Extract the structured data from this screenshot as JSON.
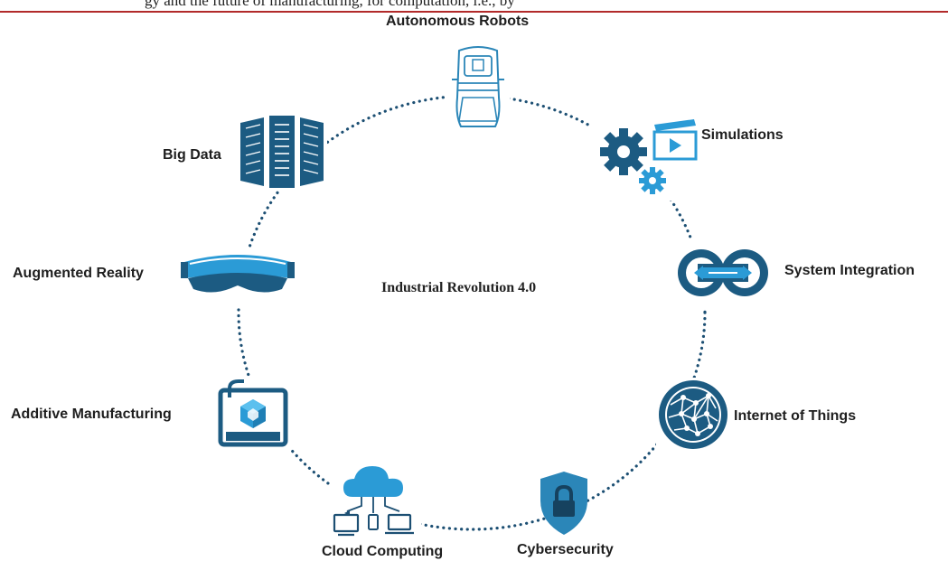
{
  "header": {
    "running_text": "gy and the future of manufacturing, for computation, i.e., by"
  },
  "diagram": {
    "title": "Industrial Revolution 4.0",
    "nodes": [
      {
        "id": "autonomous-robots",
        "label": "Autonomous Robots",
        "icon": "robot-vehicle-icon"
      },
      {
        "id": "simulations",
        "label": "Simulations",
        "icon": "gears-video-icon"
      },
      {
        "id": "system-integration",
        "label": "System Integration",
        "icon": "integration-links-icon"
      },
      {
        "id": "internet-of-things",
        "label": "Internet of Things",
        "icon": "network-globe-icon"
      },
      {
        "id": "cybersecurity",
        "label": "Cybersecurity",
        "icon": "shield-lock-icon"
      },
      {
        "id": "cloud-computing",
        "label": "Cloud Computing",
        "icon": "cloud-devices-icon"
      },
      {
        "id": "additive-manufacturing",
        "label": "Additive Manufacturing",
        "icon": "3d-printer-icon"
      },
      {
        "id": "augmented-reality",
        "label": "Augmented Reality",
        "icon": "ar-headset-icon"
      },
      {
        "id": "big-data",
        "label": "Big Data",
        "icon": "server-rack-icon"
      }
    ],
    "colors": {
      "dark_blue": "#1c5b82",
      "light_blue": "#2b9bd6",
      "dots": "#1c4f73",
      "rule": "#b22a2a"
    }
  }
}
